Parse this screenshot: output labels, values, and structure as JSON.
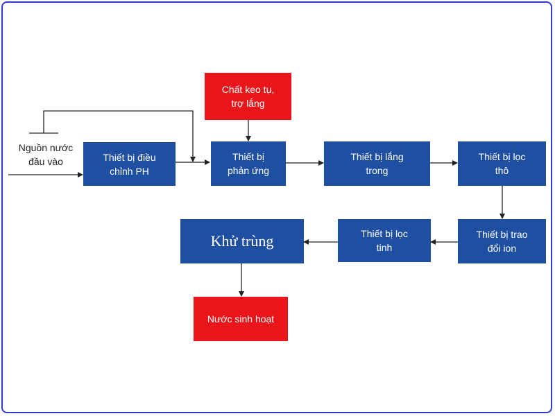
{
  "diagram": {
    "input_label": "Nguồn nước\nđầu vào",
    "boxes": {
      "ph": "Thiết bị điều\nchỉnh PH",
      "coagulant": "Chất keo tụ,\ntrợ lắng",
      "reactor": "Thiết bị\nphản ứng",
      "settler": "Thiết bị lắng\ntrong",
      "coarse_filter": "Thiết bị lọc\nthô",
      "ion_exchange": "Thiết bị trao\nđổi ion",
      "fine_filter": "Thiết bị lọc\ntinh",
      "disinfection": "Khử trùng",
      "domestic_water": "Nước sinh hoạt"
    },
    "colors": {
      "process_box": "#1f4fa0",
      "input_box": "#e8151b",
      "frame": "#2f3bd0",
      "line": "#222222"
    }
  }
}
